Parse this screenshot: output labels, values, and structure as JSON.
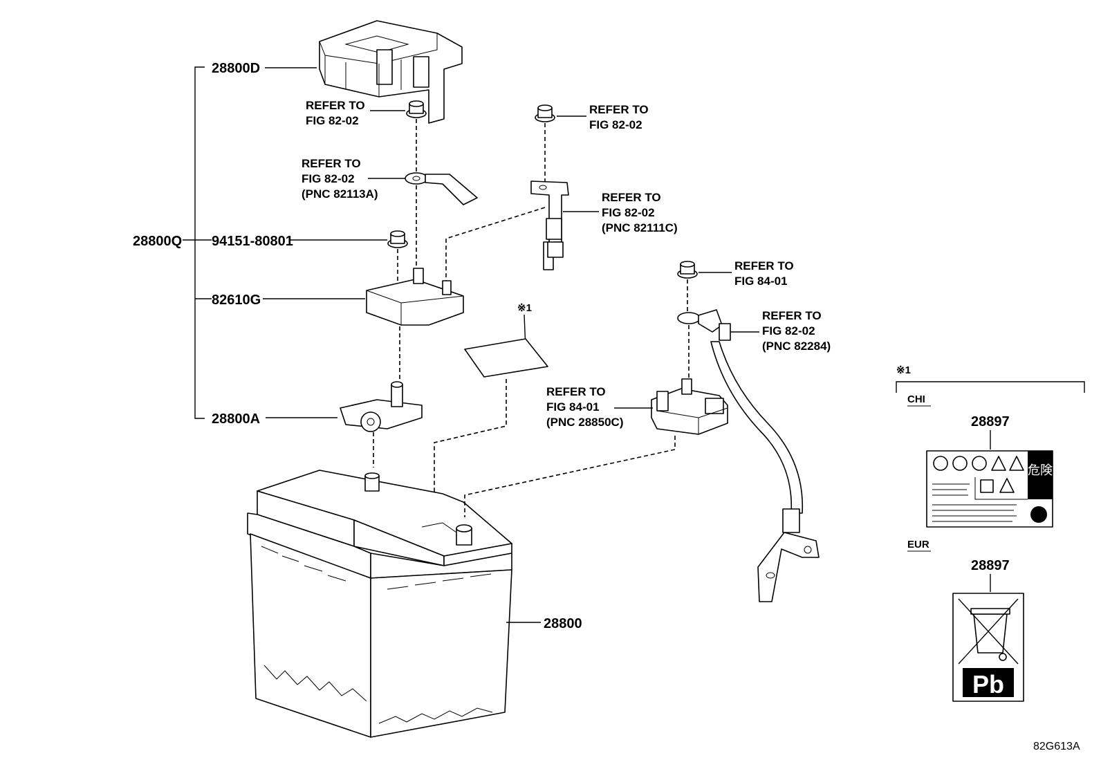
{
  "parts": {
    "p28800Q": "28800Q",
    "p28800D": "28800D",
    "p94151": "94151-80801",
    "p82610G": "82610G",
    "p28800A": "28800A",
    "p28800": "28800",
    "p28897_chi": "28897",
    "p28897_eur": "28897"
  },
  "refs": {
    "r1": {
      "line1": "REFER TO",
      "line2": "FIG 82-02"
    },
    "r2": {
      "line1": "REFER TO",
      "line2": "FIG 82-02",
      "line3": "(PNC 82113A)"
    },
    "r3": {
      "line1": "REFER TO",
      "line2": "FIG 82-02"
    },
    "r4": {
      "line1": "REFER TO",
      "line2": "FIG 82-02",
      "line3": "(PNC 82111C)"
    },
    "r5": {
      "line1": "REFER TO",
      "line2": "FIG 84-01"
    },
    "r6": {
      "line1": "REFER TO",
      "line2": "FIG 82-02",
      "line3": "(PNC 82284)"
    },
    "r7": {
      "line1": "REFER TO",
      "line2": "FIG 84-01",
      "line3": "(PNC 28850C)"
    }
  },
  "note_mark": "※1",
  "note_box": {
    "mark": "※1",
    "region_chi": "CHI",
    "region_eur": "EUR",
    "chi_label_glyphs": "危険",
    "eur_label_text": "Pb"
  },
  "figure_id": "82G613A"
}
